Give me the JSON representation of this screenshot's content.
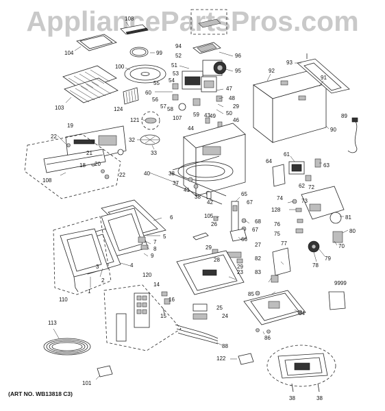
{
  "watermark": "AppliancePartsPros.com",
  "art_number": "(ART NO. WB13818 C3)",
  "part_labels": [
    {
      "key": "lbl-104",
      "text": "104"
    },
    {
      "key": "lbl-108a",
      "text": "108"
    },
    {
      "key": "lbl-99",
      "text": "99"
    },
    {
      "key": "lbl-100",
      "text": "100"
    },
    {
      "key": "lbl-103",
      "text": "103"
    },
    {
      "key": "lbl-124",
      "text": "124"
    },
    {
      "key": "lbl-121",
      "text": "121"
    },
    {
      "key": "lbl-32",
      "text": "32"
    },
    {
      "key": "lbl-33",
      "text": "33"
    },
    {
      "key": "lbl-94",
      "text": "94"
    },
    {
      "key": "lbl-52",
      "text": "52"
    },
    {
      "key": "lbl-96",
      "text": "96"
    },
    {
      "key": "lbl-51",
      "text": "51"
    },
    {
      "key": "lbl-53",
      "text": "53"
    },
    {
      "key": "lbl-95",
      "text": "95"
    },
    {
      "key": "lbl-55",
      "text": "55"
    },
    {
      "key": "lbl-54",
      "text": "54"
    },
    {
      "key": "lbl-60",
      "text": "60"
    },
    {
      "key": "lbl-56",
      "text": "56"
    },
    {
      "key": "lbl-57",
      "text": "57"
    },
    {
      "key": "lbl-58",
      "text": "58"
    },
    {
      "key": "lbl-59",
      "text": "59"
    },
    {
      "key": "lbl-107",
      "text": "107"
    },
    {
      "key": "lbl-47",
      "text": "47"
    },
    {
      "key": "lbl-48",
      "text": "48"
    },
    {
      "key": "lbl-29a",
      "text": "29"
    },
    {
      "key": "lbl-50",
      "text": "50"
    },
    {
      "key": "lbl-49",
      "text": "49"
    },
    {
      "key": "lbl-43",
      "text": "43"
    },
    {
      "key": "lbl-46",
      "text": "46"
    },
    {
      "key": "lbl-44",
      "text": "44"
    },
    {
      "key": "lbl-93",
      "text": "93"
    },
    {
      "key": "lbl-92",
      "text": "92"
    },
    {
      "key": "lbl-91",
      "text": "91"
    },
    {
      "key": "lbl-89",
      "text": "89"
    },
    {
      "key": "lbl-90",
      "text": "90"
    },
    {
      "key": "lbl-19",
      "text": "19"
    },
    {
      "key": "lbl-22a",
      "text": "22"
    },
    {
      "key": "lbl-21",
      "text": "21"
    },
    {
      "key": "lbl-18",
      "text": "18"
    },
    {
      "key": "lbl-20",
      "text": "20"
    },
    {
      "key": "lbl-22b",
      "text": "22"
    },
    {
      "key": "lbl-108",
      "text": "108"
    },
    {
      "key": "lbl-40",
      "text": "40"
    },
    {
      "key": "lbl-38a",
      "text": "38"
    },
    {
      "key": "lbl-37",
      "text": "37"
    },
    {
      "key": "lbl-41",
      "text": "41"
    },
    {
      "key": "lbl-38b",
      "text": "38"
    },
    {
      "key": "lbl-42",
      "text": "42"
    },
    {
      "key": "lbl-64",
      "text": "64"
    },
    {
      "key": "lbl-61",
      "text": "61"
    },
    {
      "key": "lbl-63",
      "text": "63"
    },
    {
      "key": "lbl-62",
      "text": "62"
    },
    {
      "key": "lbl-72",
      "text": "72"
    },
    {
      "key": "lbl-74",
      "text": "74"
    },
    {
      "key": "lbl-128",
      "text": "128"
    },
    {
      "key": "lbl-73",
      "text": "73"
    },
    {
      "key": "lbl-81",
      "text": "81"
    },
    {
      "key": "lbl-76",
      "text": "76"
    },
    {
      "key": "lbl-80",
      "text": "80"
    },
    {
      "key": "lbl-75",
      "text": "75"
    },
    {
      "key": "lbl-77",
      "text": "77"
    },
    {
      "key": "lbl-70",
      "text": "70"
    },
    {
      "key": "lbl-79",
      "text": "79"
    },
    {
      "key": "lbl-78",
      "text": "78"
    },
    {
      "key": "lbl-65",
      "text": "65"
    },
    {
      "key": "lbl-67a",
      "text": "67"
    },
    {
      "key": "lbl-105",
      "text": "105"
    },
    {
      "key": "lbl-26",
      "text": "26"
    },
    {
      "key": "lbl-68",
      "text": "68"
    },
    {
      "key": "lbl-67b",
      "text": "67"
    },
    {
      "key": "lbl-66",
      "text": "66"
    },
    {
      "key": "lbl-29b",
      "text": "29"
    },
    {
      "key": "lbl-27",
      "text": "27"
    },
    {
      "key": "lbl-28",
      "text": "28"
    },
    {
      "key": "lbl-29c",
      "text": "29"
    },
    {
      "key": "lbl-6",
      "text": "6"
    },
    {
      "key": "lbl-5",
      "text": "5"
    },
    {
      "key": "lbl-7",
      "text": "7"
    },
    {
      "key": "lbl-8",
      "text": "8"
    },
    {
      "key": "lbl-9",
      "text": "9"
    },
    {
      "key": "lbl-4",
      "text": "4"
    },
    {
      "key": "lbl-3",
      "text": "3"
    },
    {
      "key": "lbl-2",
      "text": "2"
    },
    {
      "key": "lbl-1",
      "text": "1"
    },
    {
      "key": "lbl-110",
      "text": "110"
    },
    {
      "key": "lbl-120",
      "text": "120"
    },
    {
      "key": "lbl-14",
      "text": "14"
    },
    {
      "key": "lbl-16",
      "text": "16"
    },
    {
      "key": "lbl-15",
      "text": "15"
    },
    {
      "key": "lbl-23",
      "text": "23"
    },
    {
      "key": "lbl-25",
      "text": "25"
    },
    {
      "key": "lbl-24",
      "text": "24"
    },
    {
      "key": "lbl-82",
      "text": "82"
    },
    {
      "key": "lbl-83",
      "text": "83"
    },
    {
      "key": "lbl-85",
      "text": "85"
    },
    {
      "key": "lbl-84",
      "text": "84"
    },
    {
      "key": "lbl-86",
      "text": "86"
    },
    {
      "key": "lbl-9999",
      "text": "9999"
    },
    {
      "key": "lbl-113",
      "text": "113"
    },
    {
      "key": "lbl-88",
      "text": "88"
    },
    {
      "key": "lbl-122",
      "text": "122"
    },
    {
      "key": "lbl-101",
      "text": "101"
    },
    {
      "key": "lbl-38c",
      "text": "38"
    },
    {
      "key": "lbl-38d",
      "text": "38"
    }
  ]
}
